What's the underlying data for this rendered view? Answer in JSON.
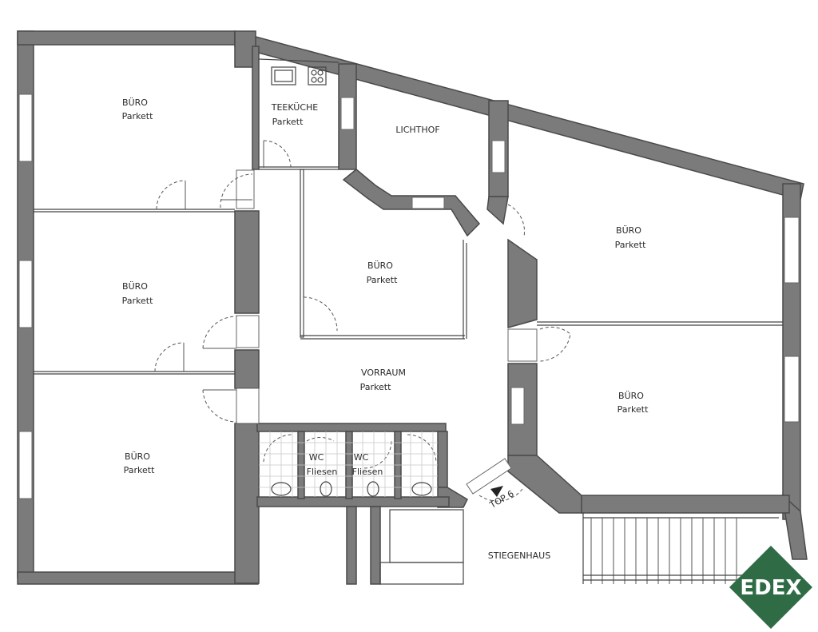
{
  "rooms": {
    "buero_nw": {
      "name": "BÜRO",
      "floor": "Parkett"
    },
    "buero_w": {
      "name": "BÜRO",
      "floor": "Parkett"
    },
    "buero_sw": {
      "name": "BÜRO",
      "floor": "Parkett"
    },
    "teekueche": {
      "name": "TEEKÜCHE",
      "floor": "Parkett"
    },
    "lichthof": {
      "name": "LICHTHOF"
    },
    "buero_c": {
      "name": "BÜRO",
      "floor": "Parkett"
    },
    "buero_ne": {
      "name": "BÜRO",
      "floor": "Parkett"
    },
    "buero_e": {
      "name": "BÜRO",
      "floor": "Parkett"
    },
    "vorraum": {
      "name": "VORRAUM",
      "floor": "Parkett"
    },
    "wc1": {
      "name": "WC",
      "floor": "Fliesen"
    },
    "wc2": {
      "name": "WC",
      "floor": "Fliesen"
    },
    "stiegenhaus": {
      "name": "STIEGENHAUS"
    }
  },
  "entrance": {
    "label": "TOP 6"
  },
  "logo": {
    "text": "EDEX",
    "color": "#2f6b45"
  },
  "colors": {
    "wall": "#7b7b7b",
    "line": "#444444"
  }
}
